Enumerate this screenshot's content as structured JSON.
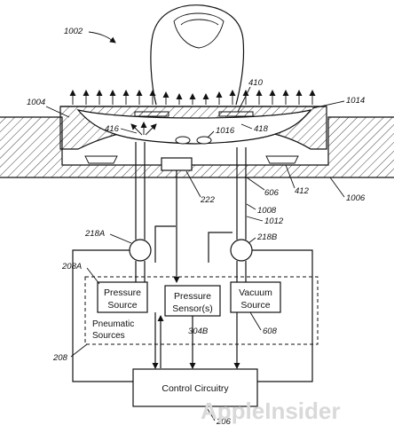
{
  "labels": {
    "fig": "1002",
    "cover": "1004",
    "top_right": "1014",
    "pads": "410",
    "left_port": "416",
    "sensor_pads": "1016",
    "right_port": "418",
    "sensor_chip": "222",
    "seal_right": "606",
    "seal_far_right": "412",
    "substrate": "1006",
    "tube_a": "1008",
    "tube_b": "1012",
    "valve_a": "218A",
    "valve_b": "218B",
    "group_a": "208A",
    "pneumatic_group": "208",
    "sensor_label": "304B",
    "vacuum_label": "608",
    "control_label": "206"
  },
  "boxes": {
    "pressure_source": [
      "Pressure",
      "Source"
    ],
    "pressure_sensor": [
      "Pressure",
      "Sensor(s)"
    ],
    "vacuum_source": [
      "Vacuum",
      "Source"
    ],
    "pneumatic_sources": [
      "Pneumatic",
      "Sources"
    ],
    "control_circuitry": "Control Circuitry"
  },
  "watermark": "AppleInsider"
}
